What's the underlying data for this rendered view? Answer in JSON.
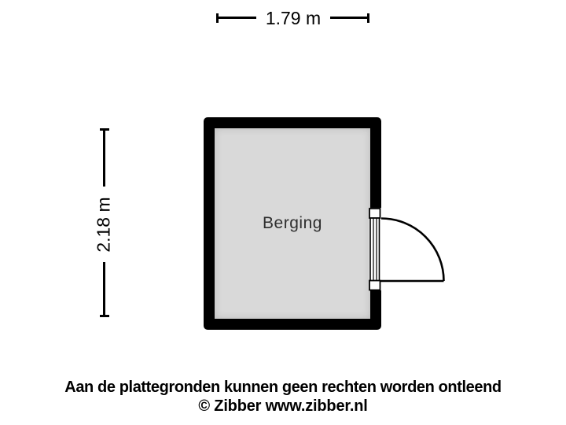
{
  "floorplan": {
    "room": {
      "label": "Berging"
    },
    "dimensions": {
      "width_label": "1.79 m",
      "height_label": "2.18 m"
    },
    "door": {
      "icon": "door-swing-icon",
      "wall": "right"
    }
  },
  "footer": {
    "disclaimer": "Aan de plattegronden kunnen geen rechten worden ontleend",
    "copyright": "© Zibber www.zibber.nl"
  },
  "colors": {
    "wall": "#000000",
    "floor": "#d9d9d9",
    "background": "#ffffff",
    "label_text": "#2e2e2e"
  }
}
